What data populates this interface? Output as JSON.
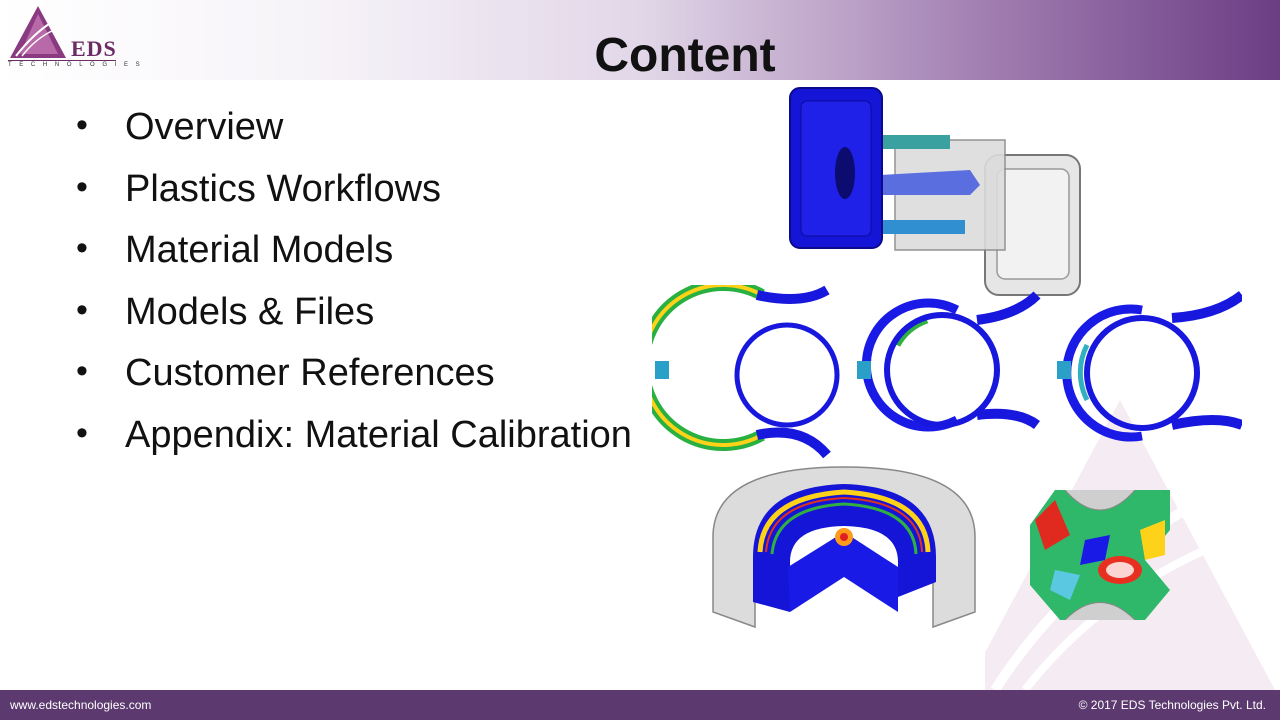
{
  "logo": {
    "text": "EDS",
    "subtext": "T E C H N O L O G I E S"
  },
  "slide": {
    "title": "Content",
    "bullets": [
      "Overview",
      "Plastics Workflows",
      "Material Models",
      "Models & Files",
      "Customer References",
      "Appendix: Material Calibration"
    ]
  },
  "footer": {
    "website": "www.edstechnologies.com",
    "copyright": "© 2017 EDS Technologies Pvt. Ltd."
  },
  "colors": {
    "header_purple": "#6b3d84",
    "footer_purple": "#5c3a6f",
    "logo_purple": "#6b2c66",
    "sim_blue": "#1a1ae6"
  }
}
